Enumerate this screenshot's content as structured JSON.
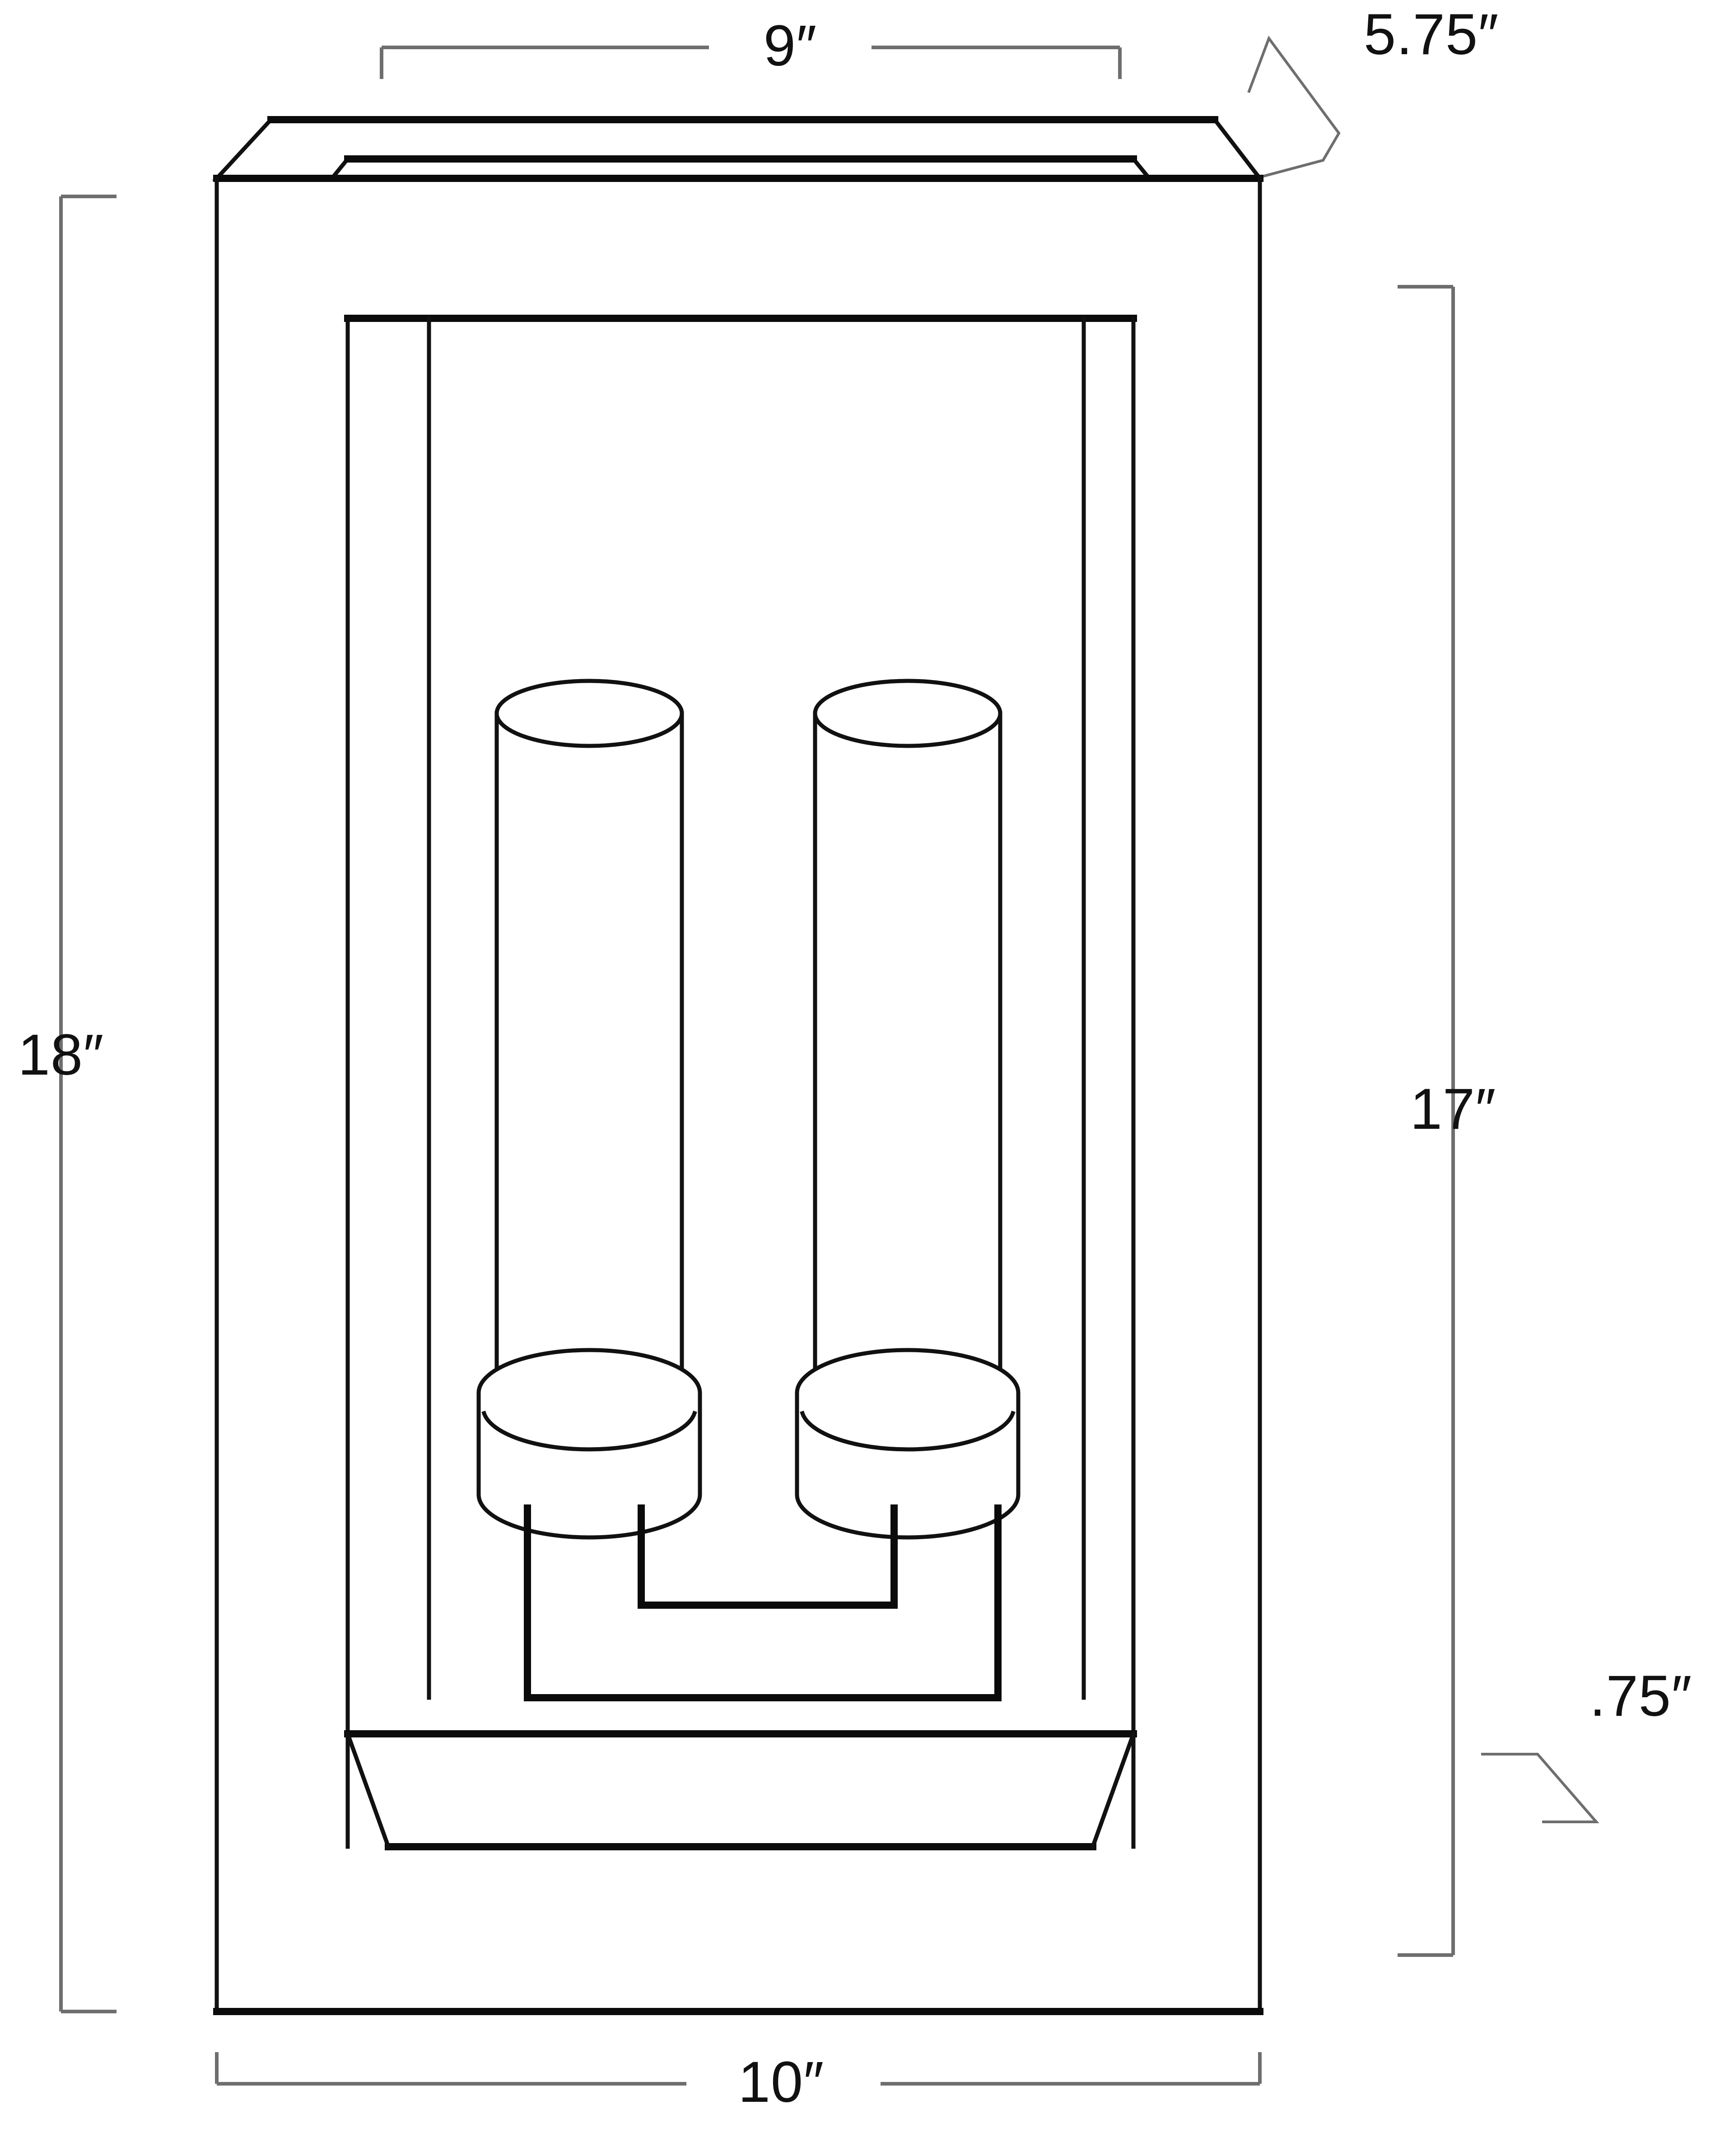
{
  "drawing": {
    "title": "Two-light outdoor wall sconce dimension drawing",
    "background_color": "#ffffff",
    "line_color": "#111111",
    "dimension_line_color": "#6e6e6e",
    "unit_symbol": "″"
  },
  "dimensions": {
    "top_width": {
      "label": "9″",
      "value": 9,
      "unit": "in",
      "position": "top",
      "describes": "top cap inner width"
    },
    "depth": {
      "label": "5.75″",
      "value": 5.75,
      "unit": "in",
      "position": "top-right",
      "describes": "projection depth from wall",
      "leader": "zigzag"
    },
    "overall_height": {
      "label": "18″",
      "value": 18,
      "unit": "in",
      "position": "left",
      "describes": "overall fixture height"
    },
    "body_height": {
      "label": "17″",
      "value": 17,
      "unit": "in",
      "position": "right",
      "describes": "body height below cap"
    },
    "base_thickness": {
      "label": ".75″",
      "value": 0.75,
      "unit": "in",
      "position": "bottom-right",
      "describes": "base plate thickness",
      "leader": "zigzag"
    },
    "overall_width": {
      "label": "10″",
      "value": 10,
      "unit": "in",
      "position": "bottom",
      "describes": "overall fixture width"
    }
  },
  "fixture": {
    "type": "wall-sconce",
    "lamp_count": 2,
    "parts": [
      "top-cap",
      "outer-frame",
      "inner-frame",
      "candle-tube-left",
      "candle-tube-right",
      "socket-left",
      "socket-right",
      "mounting-bracket",
      "base-plate"
    ]
  }
}
